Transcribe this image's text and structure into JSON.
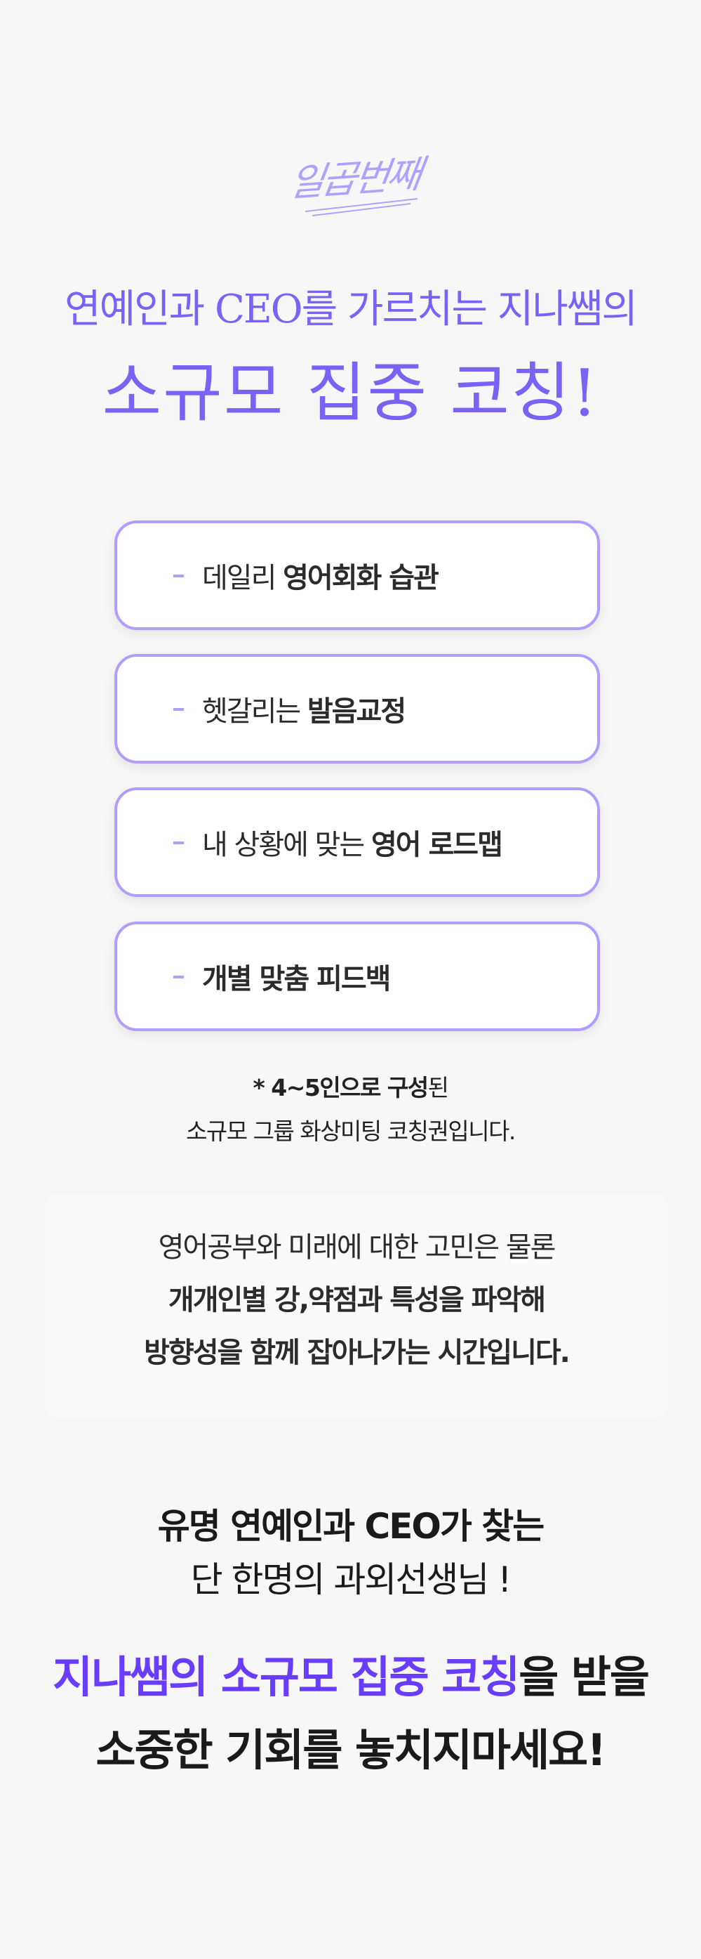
{
  "colors": {
    "background": "#f7f7f7",
    "headline_purple": "#7a62f7",
    "box_border": "#b39cff",
    "accent_purple": "#6a3cff",
    "text_dark": "#2b2b2b",
    "info_box_bg": "#fafafa"
  },
  "logo": {
    "text": "일곱번째"
  },
  "headline": {
    "line1": "연예인과 CEO를 가르치는 지나쌤의",
    "line2": "소규모 집중 코칭!"
  },
  "features": [
    {
      "marker": "-",
      "regular": "데일리 ",
      "bold": "영어회화 습관"
    },
    {
      "marker": "-",
      "regular": "헷갈리는 ",
      "bold": "발음교정"
    },
    {
      "marker": "-",
      "regular": "내 상황에 맞는 ",
      "bold": "영어 로드맵"
    },
    {
      "marker": "-",
      "regular": "",
      "bold": "개별 맞춤 피드백"
    }
  ],
  "note": {
    "line1_bold": "* 4~5인으로 구성",
    "line1_regular": "된",
    "line2": "소규모 그룹 화상미팅 코칭권입니다."
  },
  "info_box": {
    "line1": "영어공부와 미래에 대한 고민은 물론",
    "line2": "개개인별 강,약점과 특성을 파악해",
    "line3": "방향성을 함께 잡아나가는 시간입니다."
  },
  "cta": {
    "line1_bold": "유명 연예인과 CEO가 찾는",
    "line2": "단 한명의 과외선생님 !",
    "highlight": "지나쌤의 소규모 집중 코칭",
    "highlight_suffix": "을 받을",
    "final": "소중한 기회를 놓치지마세요!"
  }
}
